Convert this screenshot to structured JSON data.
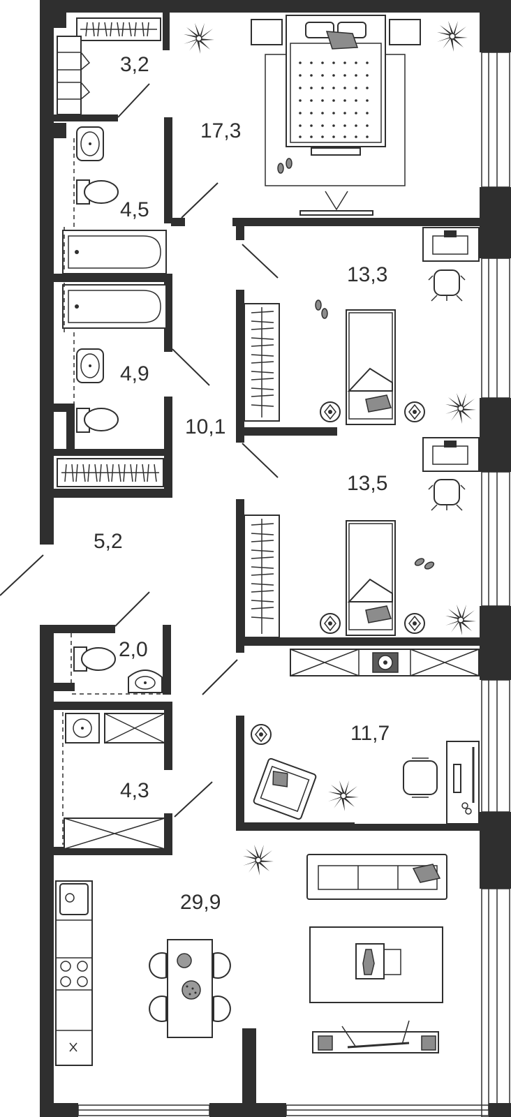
{
  "plan": {
    "rooms": [
      {
        "id": "wardrobe-top",
        "area": "3,2"
      },
      {
        "id": "bedroom-main",
        "area": "17,3"
      },
      {
        "id": "bathroom-1",
        "area": "4,5"
      },
      {
        "id": "bathroom-2",
        "area": "4,9"
      },
      {
        "id": "corridor",
        "area": "10,1"
      },
      {
        "id": "hall",
        "area": "5,2"
      },
      {
        "id": "bedroom-2",
        "area": "13,3"
      },
      {
        "id": "bedroom-3",
        "area": "13,5"
      },
      {
        "id": "wc",
        "area": "2,0"
      },
      {
        "id": "laundry",
        "area": "4,3"
      },
      {
        "id": "study",
        "area": "11,7"
      },
      {
        "id": "living-kitchen",
        "area": "29,9"
      }
    ],
    "colors": {
      "wall": "#2f2f2f",
      "accent_gray": "#8c8c8c",
      "background": "#ffffff"
    },
    "icons": [
      "plant-icon",
      "bed-icon",
      "bathtub-icon",
      "toilet-icon",
      "sink-icon",
      "wardrobe-icon",
      "desk-icon",
      "chair-icon",
      "sofa-icon",
      "armchair-icon",
      "table-icon",
      "stove-icon",
      "washing-machine-icon",
      "tv-icon",
      "slippers-icon",
      "lamp-icon"
    ]
  }
}
